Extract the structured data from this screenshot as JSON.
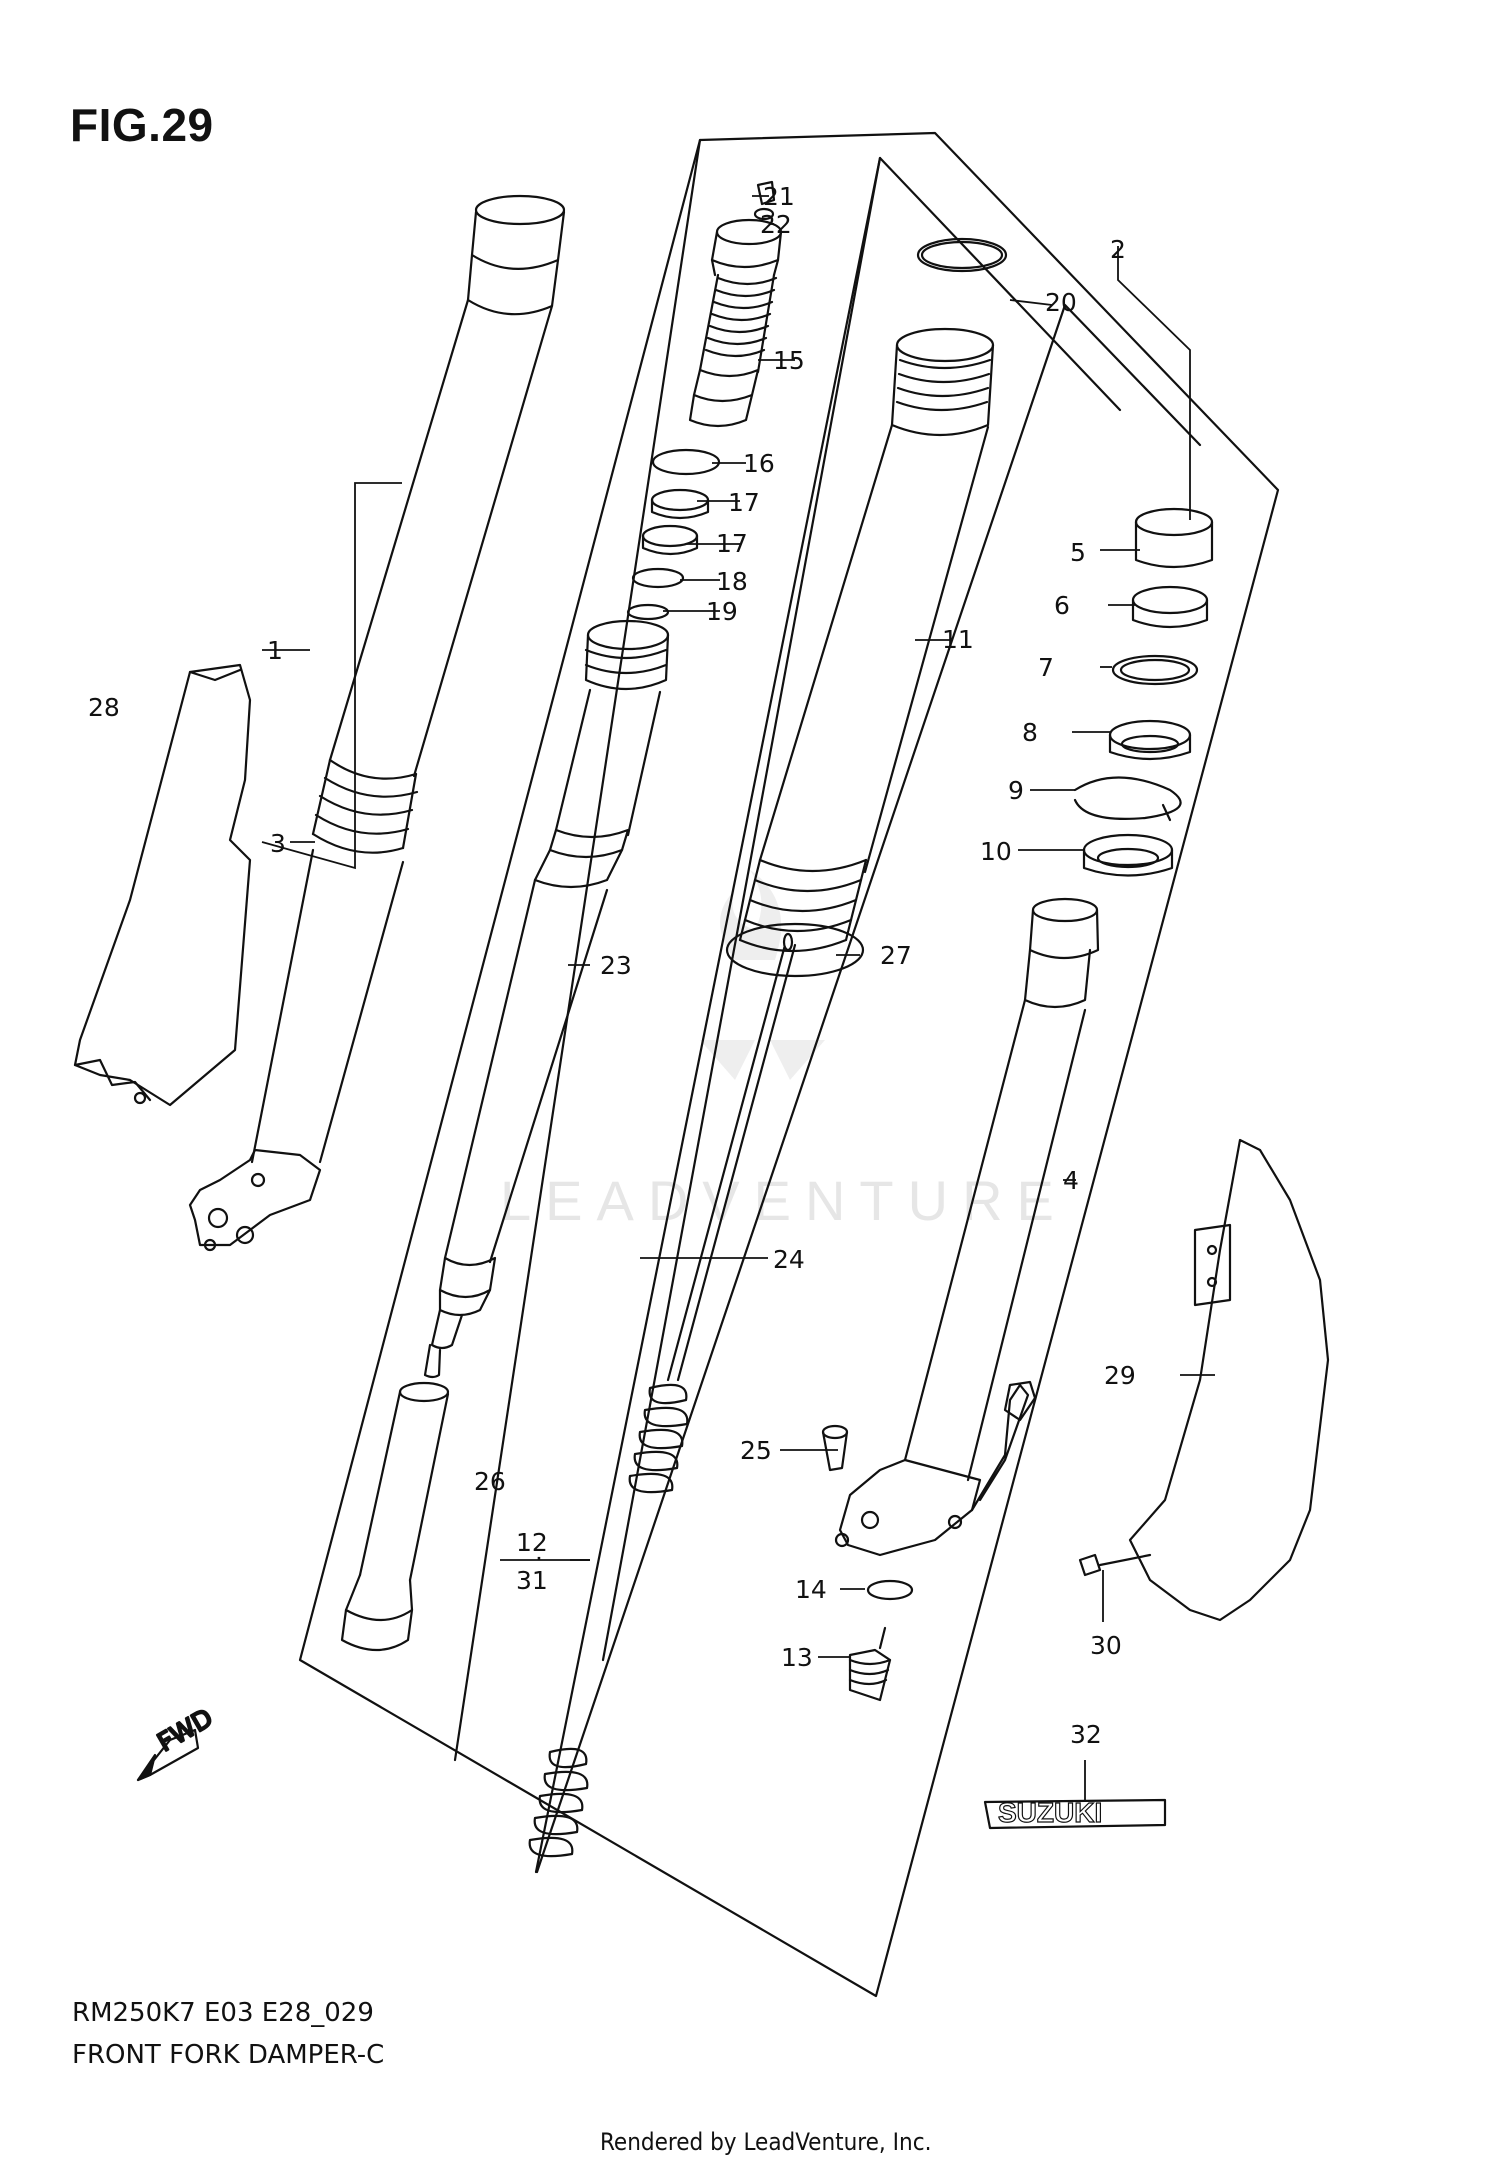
{
  "figure": {
    "title": "FIG.29",
    "code": "RM250K7 E03 E28_029",
    "name": "FRONT FORK DAMPER-C",
    "rendered_by": "Rendered by LeadVenture, Inc.",
    "watermark": "LEADVENTURE",
    "fwd_label": "FWD",
    "brand_emblem": "SUZUKI"
  },
  "callouts": {
    "c1": "1",
    "c2": "2",
    "c3": "3",
    "c4": "4",
    "c5": "5",
    "c6": "6",
    "c7": "7",
    "c8": "8",
    "c9": "9",
    "c10": "10",
    "c11": "11",
    "c12": "12",
    "c13": "13",
    "c14": "14",
    "c15": "15",
    "c16": "16",
    "c17a": "17",
    "c17b": "17",
    "c18": "18",
    "c19": "19",
    "c20": "20",
    "c21": "21",
    "c22": "22",
    "c23": "23",
    "c24": "24",
    "c25": "25",
    "c26": "26",
    "c27": "27",
    "c28": "28",
    "c29": "29",
    "c30": "30",
    "c31": "31",
    "c32": "32"
  },
  "colors": {
    "line": "#111111",
    "watermark": "#e6e6e6"
  }
}
